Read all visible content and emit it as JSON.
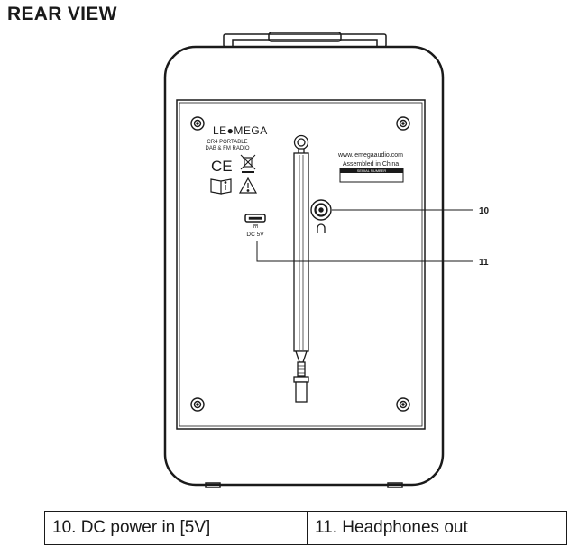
{
  "title": "REAR VIEW",
  "device": {
    "brand_logo": "LE●MEGA",
    "model_line1": "CR4 PORTABLE",
    "model_line2": "DAB & FM RADIO",
    "website": "www.lemegaaudio.com",
    "assembled": "Assembled in China",
    "serial_label": "SERIAL NUMBER",
    "dc_label": "DC 5V",
    "callout_10": "10",
    "callout_11": "11"
  },
  "legend": {
    "item_10": "10. DC power in [5V]",
    "item_11": "11. Headphones out"
  }
}
